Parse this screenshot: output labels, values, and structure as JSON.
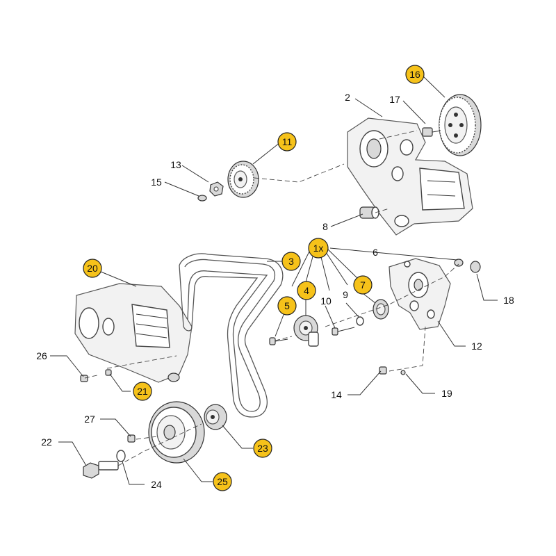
{
  "callouts": {
    "c16": "16",
    "c11": "11",
    "c20": "20",
    "c3": "3",
    "c1x": "1x",
    "c4": "4",
    "c5": "5",
    "c7": "7",
    "c21": "21",
    "c23": "23",
    "c25": "25"
  },
  "labels": {
    "l2": "2",
    "l17": "17",
    "l13": "13",
    "l15": "15",
    "l8": "8",
    "l6": "6",
    "l18": "18",
    "l9": "9",
    "l10": "10",
    "l12": "12",
    "l26": "26",
    "l14": "14",
    "l19": "19",
    "l27": "27",
    "l22": "22",
    "l24": "24"
  },
  "colors": {
    "callout_fill": "#f6c21a",
    "line": "#333333"
  }
}
